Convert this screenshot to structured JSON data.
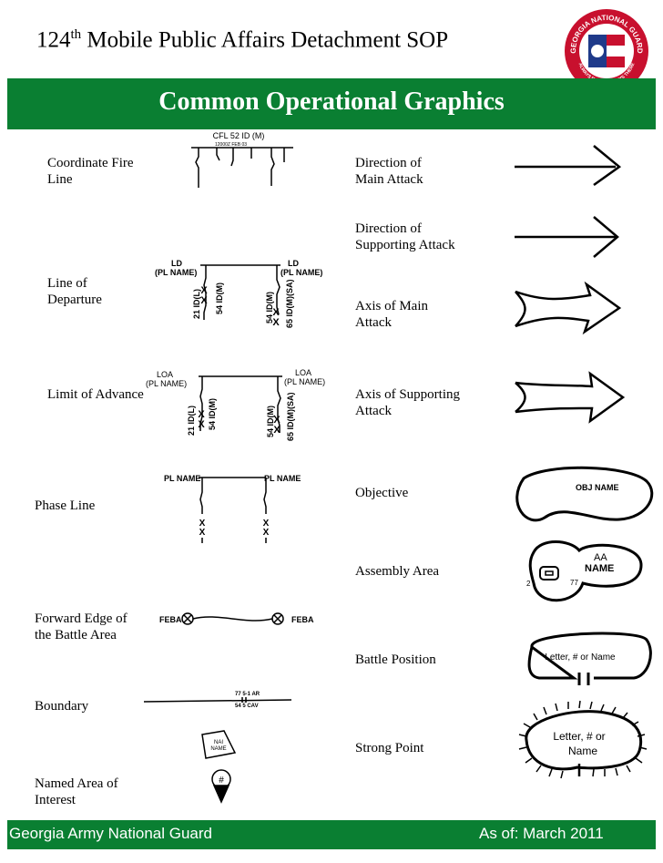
{
  "header": {
    "title_prefix": "124",
    "title_sup": "th",
    "title_rest": " Mobile Public Affairs Detachment SOP",
    "logo_text_top": "GEORGIA NATIONAL GUARD",
    "logo_text_bottom": "ALWAYS READY, ALWAYS THERE",
    "logo_icon": "georgia-national-guard-seal-icon"
  },
  "banner": {
    "title": "Common Operational Graphics"
  },
  "left": {
    "cfl": {
      "label": "Coordinate Fire\nLine",
      "title": "CFL 52 ID (M)",
      "sub": "12000Z FEB 03"
    },
    "ld": {
      "label": "Line of\nDeparture",
      "tag": "LD",
      "pl": "(PL NAME)",
      "u1": "21 ID(L)",
      "u2": "54 ID(M)",
      "u3": "54 ID(M)",
      "u4": "65 ID(M)(SA)"
    },
    "loa": {
      "label": "Limit of Advance",
      "tag": "LOA",
      "pl": "(PL NAME)",
      "u1": "21 ID(L)",
      "u2": "54 ID(M)",
      "u3": "54 ID(M)",
      "u4": "65 ID(M)(SA)"
    },
    "pl": {
      "label": "Phase Line",
      "name": "PL NAME"
    },
    "feba": {
      "label": "Forward Edge of\nthe Battle Area",
      "tag": "FEBA"
    },
    "boundary": {
      "label": "Boundary",
      "top": "77 5-1 AR",
      "bottom": "54 5 CAV"
    },
    "nai": {
      "label": "Named Area of\nInterest",
      "box": "NAI\nNAME",
      "pin": "#"
    }
  },
  "right": {
    "main_attack": {
      "label": "Direction of\nMain Attack"
    },
    "supporting_attack": {
      "label": "Direction of\nSupporting Attack"
    },
    "axis_main": {
      "label": "Axis of Main\nAttack"
    },
    "axis_supporting": {
      "label": "Axis of Supporting\nAttack"
    },
    "objective": {
      "label": "Objective",
      "name": "OBJ NAME"
    },
    "assembly": {
      "label": "Assembly Area",
      "aa": "AA",
      "name": "NAME",
      "left_num": "2",
      "right_num": "77"
    },
    "battle_position": {
      "label": "Battle Position",
      "text": "Letter, # or Name"
    },
    "strong_point": {
      "label": "Strong Point",
      "line1": "Letter, # or",
      "line2": "Name"
    }
  },
  "footer": {
    "left": "Georgia Army National Guard",
    "right": "As of: March 2011"
  },
  "colors": {
    "green": "#0a7f32",
    "logo_red": "#c8102e",
    "logo_blue": "#1f3a8a"
  }
}
